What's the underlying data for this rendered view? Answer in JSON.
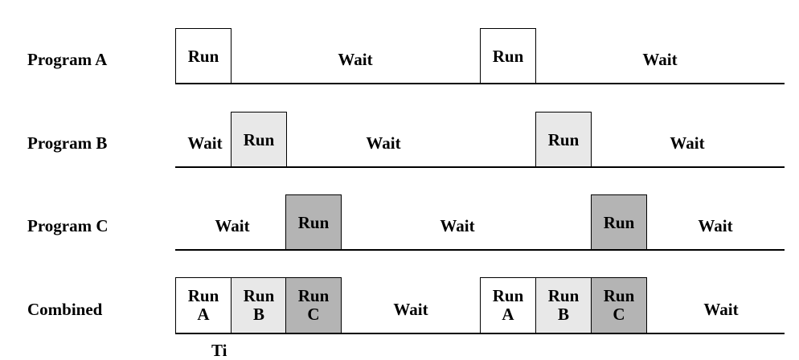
{
  "rows": {
    "a": {
      "label": "Program A",
      "run": "Run",
      "wait": "Wait"
    },
    "b": {
      "label": "Program B",
      "run": "Run",
      "wait": "Wait"
    },
    "c": {
      "label": "Program C",
      "run": "Run",
      "wait": "Wait"
    },
    "combined": {
      "label": "Combined",
      "run_line1": "Run",
      "a": "A",
      "b": "B",
      "c": "C",
      "wait": "Wait"
    }
  },
  "colors": {
    "program_a": "#ffffff",
    "program_b": "#e8e8e8",
    "program_c": "#b4b4b4"
  },
  "time_label": "Ti"
}
